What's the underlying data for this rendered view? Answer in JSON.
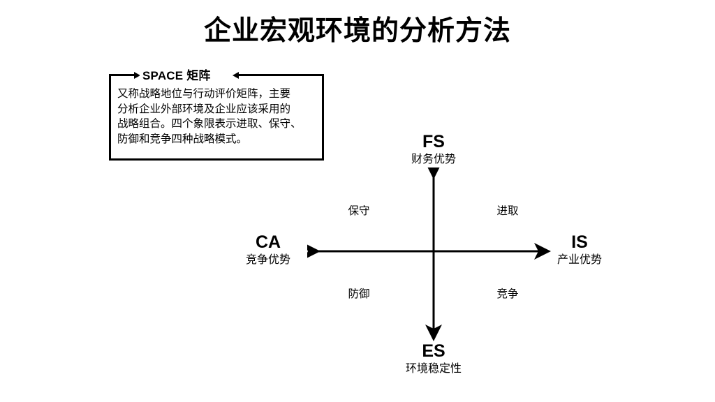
{
  "slide": {
    "title": "企业宏观环境的分析方法",
    "background_color": "#ffffff",
    "ink_color": "#000000"
  },
  "callout": {
    "title": "SPACE 矩阵",
    "body_lines": [
      "又称战略地位与行动评价矩阵，主要",
      "分析企业外部环境及企业应该采用的",
      "战略组合。四个象限表示进取、保守、",
      "防御和竞争四种战略模式。"
    ]
  },
  "chart_data": {
    "type": "scatter",
    "title": "SPACE 矩阵",
    "xlabel": "",
    "ylabel": "",
    "grid": false,
    "legend": "none",
    "axes": [
      {
        "position": "top",
        "code": "FS",
        "label": "财务优势",
        "direction": "up"
      },
      {
        "position": "right",
        "code": "IS",
        "label": "产业优势",
        "direction": "right"
      },
      {
        "position": "bottom",
        "code": "ES",
        "label": "环境稳定性",
        "direction": "down"
      },
      {
        "position": "left",
        "code": "CA",
        "label": "竞争优势",
        "direction": "left"
      }
    ],
    "quadrants": [
      {
        "position": "top-left",
        "label": "保守"
      },
      {
        "position": "top-right",
        "label": "进取"
      },
      {
        "position": "bottom-left",
        "label": "防御"
      },
      {
        "position": "bottom-right",
        "label": "竞争"
      }
    ]
  }
}
